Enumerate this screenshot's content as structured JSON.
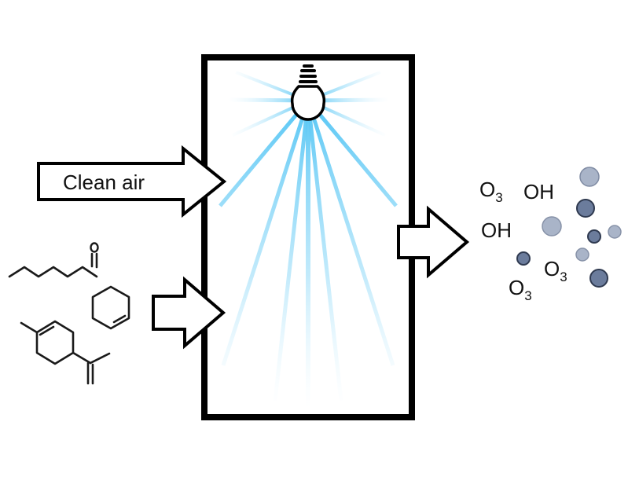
{
  "arrows": {
    "clean_air_label": "Clean air"
  },
  "products": {
    "species": [
      {
        "id": "o3-a",
        "base": "O",
        "sub": "3"
      },
      {
        "id": "oh-a",
        "base": "OH",
        "sub": ""
      },
      {
        "id": "oh-b",
        "base": "OH",
        "sub": ""
      },
      {
        "id": "o3-b",
        "base": "O",
        "sub": "3"
      },
      {
        "id": "o3-c",
        "base": "O",
        "sub": "3"
      }
    ],
    "particle_colors": {
      "dark": "#6b7c9c",
      "light": "#a9b4c8"
    }
  },
  "colors": {
    "light_rays": "#5cc8f5",
    "outline": "#000000"
  },
  "icons": {
    "lamp": "light-bulb-icon",
    "molecules": [
      "hexanal-structure",
      "cyclohexene-structure",
      "limonene-structure"
    ]
  }
}
